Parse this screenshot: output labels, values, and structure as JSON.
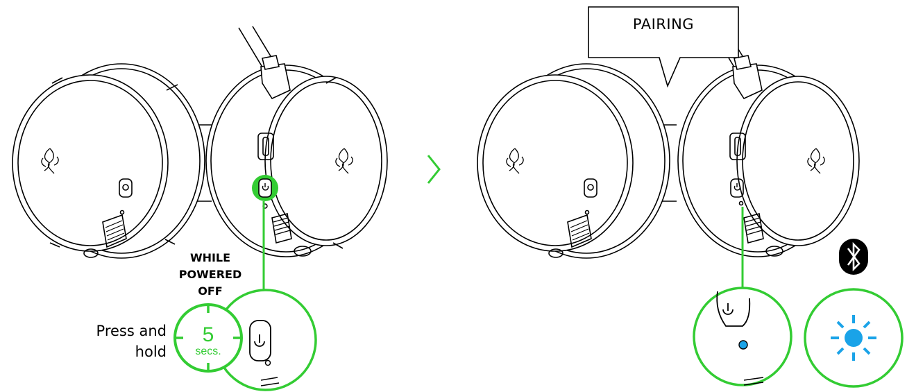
{
  "step1": {
    "condition_line1": "WHILE",
    "condition_line2": "POWERED",
    "condition_line3": "OFF",
    "action_line1": "Press and",
    "action_line2": "hold",
    "timer_value": "5",
    "timer_unit": "secs."
  },
  "step2": {
    "status_label": "PAIRING"
  },
  "icons": {
    "next": "chevron-right-icon",
    "power": "power-icon",
    "bluetooth": "bluetooth-icon",
    "led": "blinking-led-icon",
    "logo": "razer-logo-icon"
  },
  "colors": {
    "highlight": "#33cc33",
    "led": "#1aa3e8",
    "line": "#000000"
  }
}
